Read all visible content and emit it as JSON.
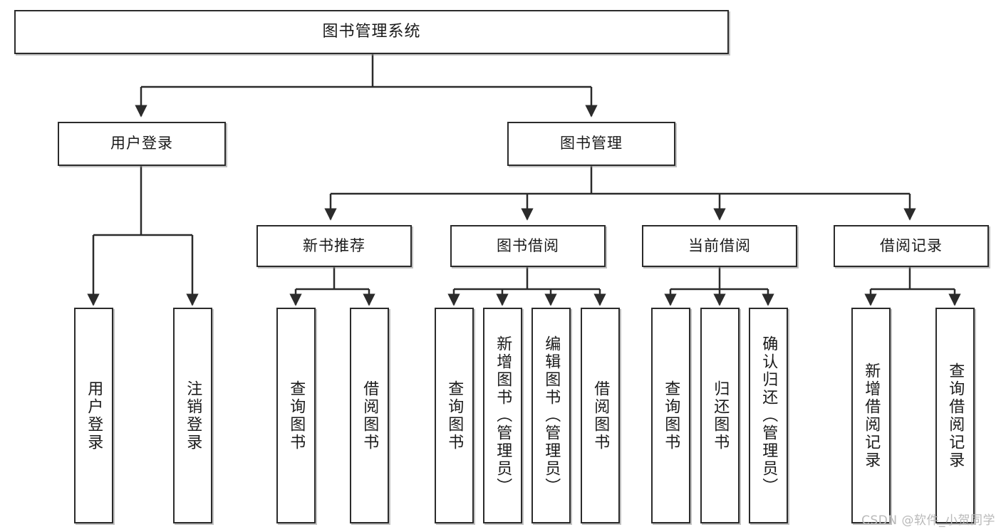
{
  "diagram": {
    "title": "图书管理系统",
    "type": "tree-hierarchy",
    "watermark": "CSDN @软件_小贺同学",
    "colors": {
      "box_border": "#2b2b2b",
      "box_fill": "#ffffff",
      "edge": "#2b2b2b",
      "text": "#1a1a1a",
      "watermark": "#b9b9b9"
    },
    "nodes": {
      "root": {
        "label": "图书管理系统"
      },
      "level1": [
        {
          "id": "user-login",
          "label": "用户登录"
        },
        {
          "id": "book-manage",
          "label": "图书管理"
        }
      ],
      "level2": [
        {
          "id": "new-book-recommend",
          "label": "新书推荐"
        },
        {
          "id": "book-borrow",
          "label": "图书借阅"
        },
        {
          "id": "current-borrow",
          "label": "当前借阅"
        },
        {
          "id": "borrow-record",
          "label": "借阅记录"
        }
      ],
      "leaves": {
        "user_login": [
          {
            "id": "leaf-user-login",
            "label": "用户登录"
          },
          {
            "id": "leaf-logout-login",
            "label": "注销登录"
          }
        ],
        "new_book_recommend": [
          {
            "id": "leaf-query-book-1",
            "label": "查询图书"
          },
          {
            "id": "leaf-borrow-book-1",
            "label": "借阅图书"
          }
        ],
        "book_borrow": [
          {
            "id": "leaf-query-book-2",
            "label": "查询图书"
          },
          {
            "id": "leaf-add-book",
            "label": "新增图书（管理员）"
          },
          {
            "id": "leaf-edit-book",
            "label": "编辑图书（管理员）"
          },
          {
            "id": "leaf-borrow-book-2",
            "label": "借阅图书"
          }
        ],
        "current_borrow": [
          {
            "id": "leaf-query-book-3",
            "label": "查询图书"
          },
          {
            "id": "leaf-return-book",
            "label": "归还图书"
          },
          {
            "id": "leaf-confirm-return",
            "label": "确认归还（管理员）"
          }
        ],
        "borrow_record": [
          {
            "id": "leaf-add-record",
            "label": "新增借阅记录"
          },
          {
            "id": "leaf-query-record",
            "label": "查询借阅记录"
          }
        ]
      }
    }
  }
}
